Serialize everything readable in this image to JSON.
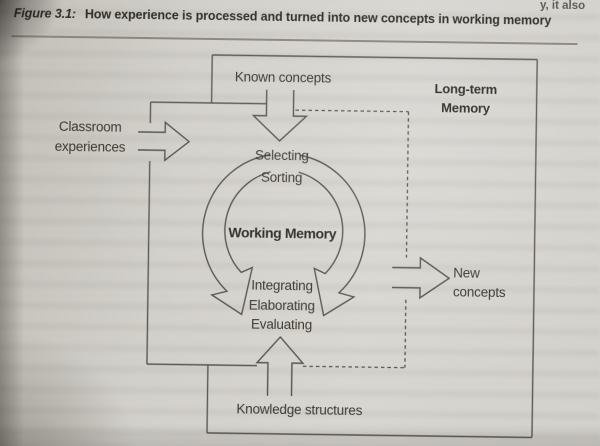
{
  "figure": {
    "label": "Figure 3.1:",
    "title": "How experience is processed and turned into new concepts in working memory"
  },
  "page_edge_fragment": "y, it also",
  "diagram": {
    "known_concepts": "Known concepts",
    "long_term_memory": {
      "line1": "Long-term",
      "line2": "Memory"
    },
    "classroom": {
      "line1": "Classroom",
      "line2": "experiences"
    },
    "cycle_top": {
      "line1": "Selecting",
      "line2": "Sorting"
    },
    "working_memory": "Working Memory",
    "cycle_bottom": {
      "line1": "Integrating",
      "line2": "Elaborating",
      "line3": "Evaluating"
    },
    "new_concepts": {
      "line1": "New",
      "line2": "concepts"
    },
    "knowledge_structures": "Knowledge structures"
  },
  "colors": {
    "page": "#d2d0ca",
    "line": "#54524d",
    "text": "#3a382f"
  }
}
